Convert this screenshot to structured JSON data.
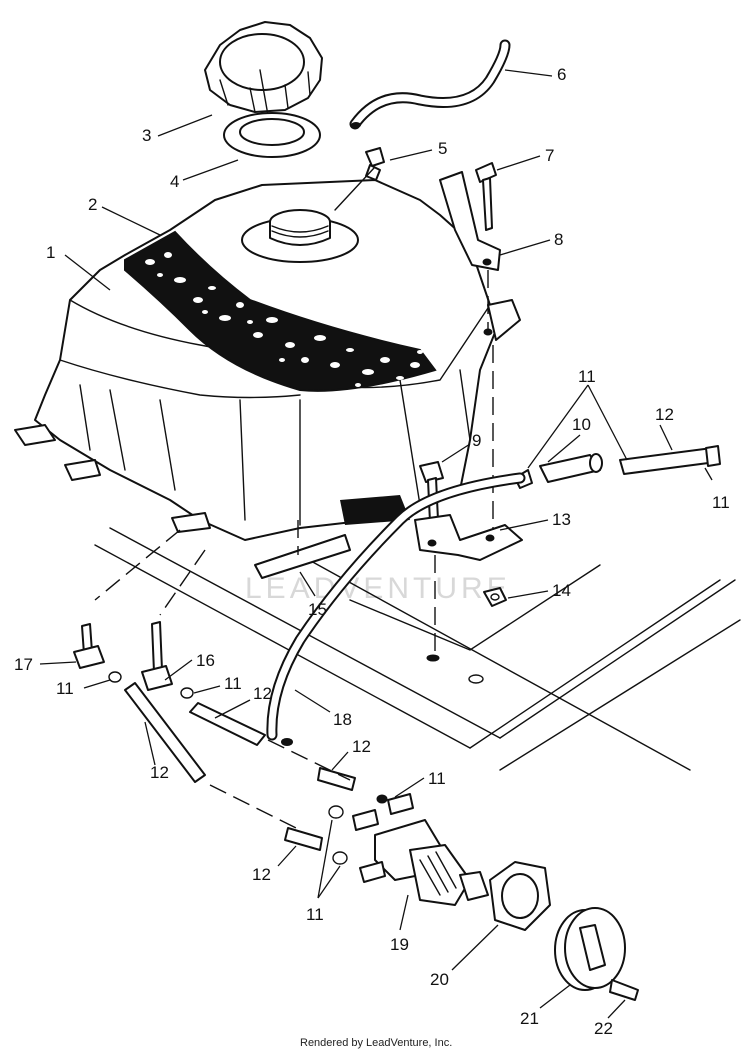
{
  "watermark": "LEADVENTURE",
  "footer": "Rendered by LeadVenture, Inc.",
  "callouts": {
    "c1": "1",
    "c2": "2",
    "c3": "3",
    "c4": "4",
    "c5": "5",
    "c6": "6",
    "c7": "7",
    "c8": "8",
    "c9": "9",
    "c10": "10",
    "c11a": "11",
    "c11b": "11",
    "c11c": "11",
    "c11d": "11",
    "c11e": "11",
    "c11f": "11",
    "c12a": "12",
    "c12b": "12",
    "c12c": "12",
    "c12d": "12",
    "c12e": "12",
    "c13": "13",
    "c14": "14",
    "c15": "15",
    "c16": "16",
    "c17": "17",
    "c18": "18",
    "c19": "19",
    "c20": "20",
    "c21": "21",
    "c22": "22"
  }
}
